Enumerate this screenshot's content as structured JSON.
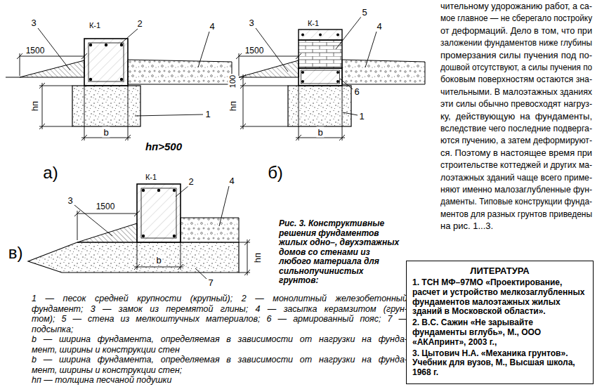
{
  "diagram": {
    "caption": "Рис. 3. Конструктивные решения фундаментов жилых одно–, двухэтажных домов со стенами из любого материала для сильнопучинистых грунтов:",
    "nodes": [
      {
        "text": [
          "ЛИТЕРАТУРА",
          "1. ТСН МФ–97МО «Проектирование, расчет и устройство мелкозаглубленных фундаментов малоэтажных жилых зданий в Московской области».",
          "2. В.С. Сажин «Не зарывайте фундаменты вглубь», М., ООО «АКАпринт», 2003 г.,",
          "3. Цытович Н.А. «Механика грунтов». Учебник для вузов, М., Высшая школа, 1968 г."
        ]
      }
    ],
    "labels": [
      "К-1",
      "2",
      "3",
      "1500",
      "4",
      "hп",
      "1",
      "b",
      "hп>500",
      "а)",
      "К-1",
      "5",
      "3",
      "1500",
      "4",
      "100",
      "hп",
      "6",
      "1",
      "b",
      "б)",
      "К-1",
      "2",
      "3",
      "1500",
      "4",
      "hп",
      "b",
      "7",
      "в)",
      "1 — песок средней крупности (крупный); 2 — монолитный железобетонный",
      "фундамент; 3 — замок из перемятой глины; 4 — засыпка керамзитом (грун-",
      "том); 5 — стена из мелкоштучных материалов; 6 — армированный пояс; 7 —",
      "подсыпка;",
      "b — ширина фундамента, определяемая в зависимости от нагрузки на фунда-",
      "мент, ширины и конструкции стен",
      "b — ширина фундамента, определяемая в зависимости от нагрузки на фунда-",
      "мент, ширины и конструкции стен;",
      "hп — толщина песчаной подушки",
      "чительному удорожанию работ, а са-",
      "мое главное — не сберегало постройку",
      "от деформаций. Дело в том, что при",
      "заложении фундаментов ниже глубины",
      "промерзания силы пучения под по-",
      "дошвой отсутствуют, а силы пучения по",
      "боковым поверхностям остаются зна-",
      "чительными. В малоэтажных зданиях",
      "эти силы обычно превосходят нагруз-",
      "ку, действующую на фундаменты,",
      "вследствие чего последние подверга-",
      "ются пучению, а затем деформируют-",
      "ся. Поэтому в настоящее время при",
      "строительстве коттеджей и других ма-",
      "лоэтажных зданий чаще всего приме-",
      "няют именно малозаглубленные фун-",
      "даменты. Типовые конструкции фунда-",
      "ментов для разных грунтов приведены",
      "на рис. 1...3."
    ]
  }
}
